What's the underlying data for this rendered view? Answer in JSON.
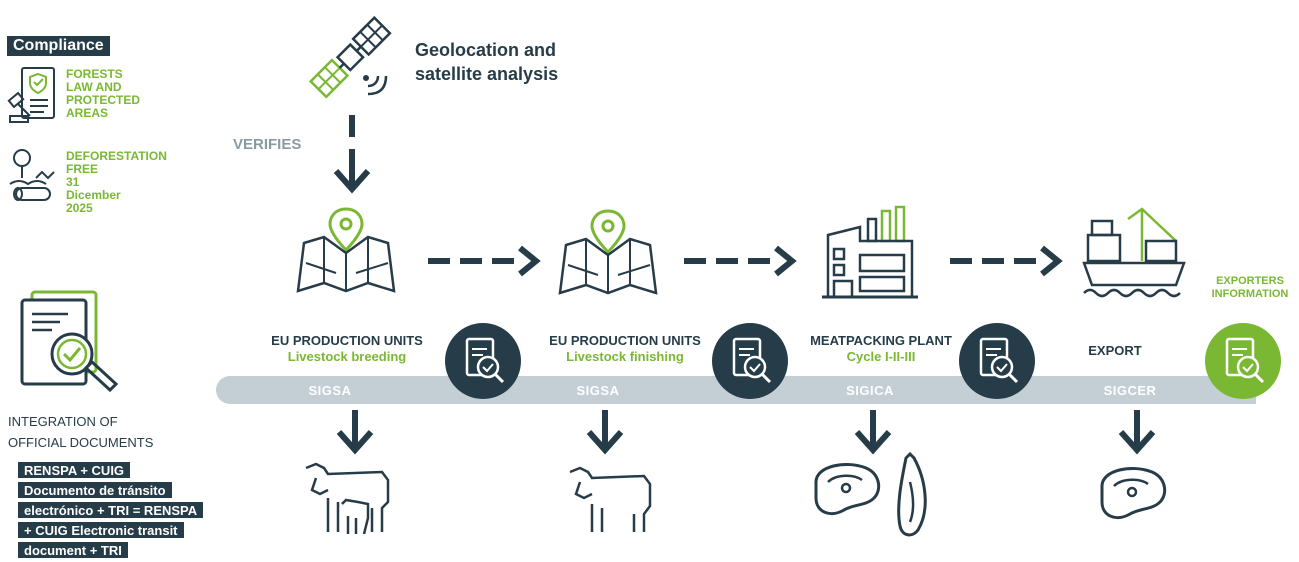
{
  "compliance": {
    "heading": "Compliance",
    "item1": "FORESTS LAW AND PROTECTED AREAS",
    "item2": "DEFORESTATION FREE",
    "item2_date": "31 Dicember 2025"
  },
  "satellite": {
    "title_line1": "Geolocation and",
    "title_line2": "satellite analysis",
    "verifies": "VERIFIES"
  },
  "documents": {
    "caption_line1": "INTEGRATION OF",
    "caption_line2": "OFFICIAL DOCUMENTS",
    "tags": [
      "RENSPA + CUIG",
      "Documento de tránsito",
      "electrónico + TRI = RENSPA",
      "+ CUIG Electronic transit",
      "document + TRI"
    ]
  },
  "stages": [
    {
      "title": "EU PRODUCTION UNITS",
      "subtitle": "Livestock breeding",
      "system": "SIGSA"
    },
    {
      "title": "EU PRODUCTION UNITS",
      "subtitle": "Livestock finishing",
      "system": "SIGSA"
    },
    {
      "title": "MEATPACKING PLANT",
      "subtitle": "Cycle I-II-III",
      "system": "SIGICA"
    },
    {
      "title": "EXPORT",
      "subtitle": "",
      "system": "SIGCER"
    }
  ],
  "exporters": {
    "line1": "EXPORTERS",
    "line2": "INFORMATION"
  },
  "colors": {
    "dark": "#263c48",
    "green": "#7ab833",
    "grey_band": "#c3cfd5"
  }
}
